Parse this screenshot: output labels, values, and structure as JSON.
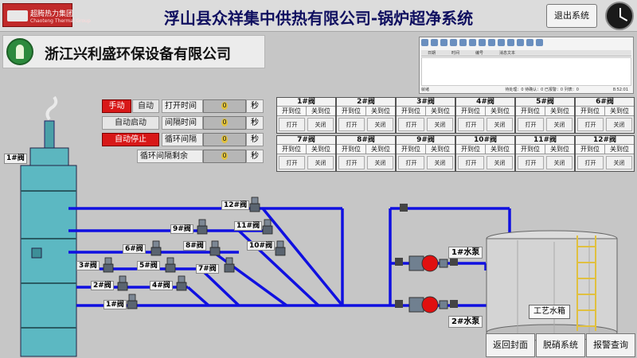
{
  "header": {
    "logo_cn": "超腾热力集团",
    "logo_en": "Chaoteng Thermal Group",
    "title": "浮山县众祥集中供热有限公司-锅炉超净系统",
    "exit_label": "退出系统"
  },
  "company": {
    "name": "浙江兴利盛环保设备有限公司"
  },
  "alarm_panel": {
    "columns": [
      "日期",
      "时间",
      "编号",
      "消息文本"
    ],
    "status": "就绪",
    "counts": "待处理：0   待确认：0   已报警：0   列表：0",
    "time": "8:52:01"
  },
  "mode": {
    "manual": "手动",
    "auto": "自动",
    "auto_start": "自动启动",
    "auto_stop": "自动停止"
  },
  "params": [
    {
      "label": "打开时间",
      "value": "0",
      "unit": "秒"
    },
    {
      "label": "间隔时间",
      "value": "0",
      "unit": "秒"
    },
    {
      "label": "循环间隔",
      "value": "0",
      "unit": "秒"
    },
    {
      "label": "循环间隔剩余",
      "value": "0",
      "unit": "秒"
    }
  ],
  "valve_grid": {
    "open_pos": "开到位",
    "close_pos": "关到位",
    "open_btn": "打开",
    "close_btn": "关闭",
    "valves": [
      "1#阀",
      "2#阀",
      "3#阀",
      "4#阀",
      "5#阀",
      "6#阀",
      "7#阀",
      "8#阀",
      "9#阀",
      "10#阀",
      "11#阀",
      "12#阀"
    ]
  },
  "process": {
    "boiler": "1#阀",
    "valve_labels": [
      "1#阀",
      "2#阀",
      "3#阀",
      "4#阀",
      "5#阀",
      "6#阀",
      "7#阀",
      "8#阀",
      "9#阀",
      "10#阀",
      "11#阀",
      "12#阀"
    ],
    "pump1": "1#水泵",
    "pump2": "2#水泵",
    "tank": "工艺水箱",
    "pipe_color": "#1010e0",
    "pump_color": "#e01010"
  },
  "nav": {
    "back": "返回封面",
    "denitration": "脱硝系统",
    "alarm": "报警查询"
  }
}
